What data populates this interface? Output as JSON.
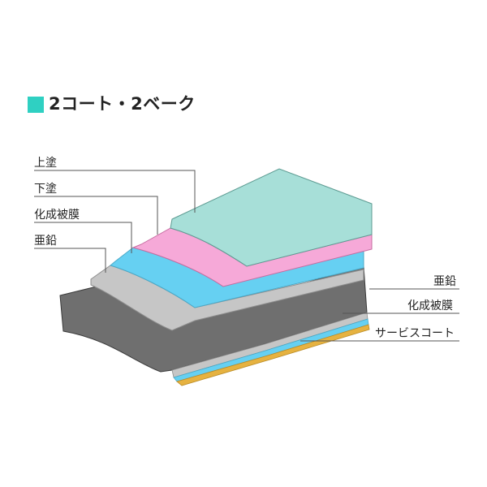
{
  "title": "2コート・2ベーク",
  "colors": {
    "title_square": "#2fd0c2",
    "top_coat": "#a7dfd8",
    "primer": "#f6a9d8",
    "chemical_film": "#66d0f2",
    "zinc": "#c6c6c6",
    "steel": "#6f6f6f",
    "service_coat": "#e6b240"
  },
  "labels_left": {
    "top_coat": "上塗",
    "primer": "下塗",
    "chemical_film": "化成被膜",
    "zinc": "亜鉛"
  },
  "labels_right": {
    "zinc": "亜鉛",
    "chemical_film": "化成被膜",
    "service_coat": "サービスコート"
  }
}
